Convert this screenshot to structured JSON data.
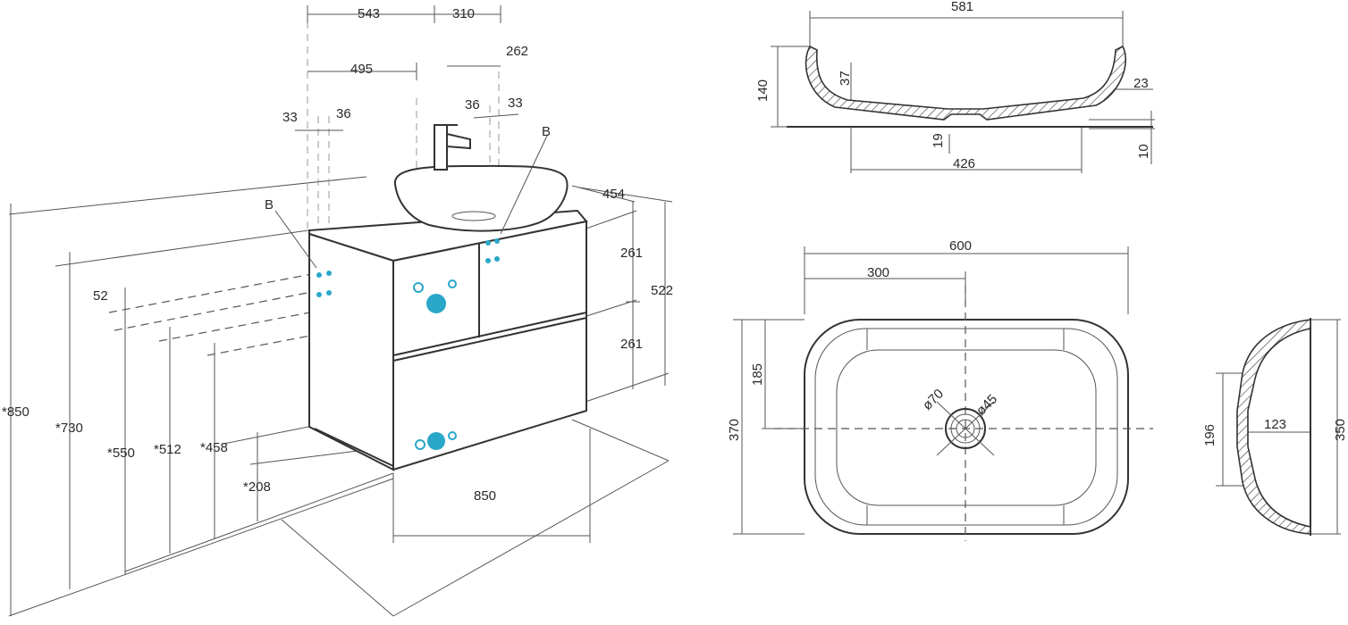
{
  "cabinet": {
    "top_dims": {
      "d543": "543",
      "d310": "310",
      "d262": "262",
      "d495": "495",
      "d33a": "33",
      "d36a": "36",
      "d36b": "36",
      "d33b": "33"
    },
    "marks": {
      "b_left": "B",
      "b_right": "B"
    },
    "right_dims": {
      "d454": "454",
      "d261a": "261",
      "d522": "522",
      "d261b": "261"
    },
    "left_dims": {
      "d52": "52",
      "d850h": "*850",
      "d730": "*730",
      "d550": "*550",
      "d512": "*512",
      "d458": "*458",
      "d208": "*208"
    },
    "bottom_dims": {
      "d850w": "850"
    }
  },
  "basin_section": {
    "d581": "581",
    "d140": "140",
    "d37": "37",
    "d23": "23",
    "d19": "19",
    "d10": "10",
    "d426": "426"
  },
  "basin_plan": {
    "d600": "600",
    "d300": "300",
    "d185": "185",
    "d370": "370",
    "d70": "ø70",
    "d45": "ø45"
  },
  "basin_side": {
    "d196": "196",
    "d123": "123",
    "d350": "350"
  },
  "colors": {
    "line": "#333333",
    "connection": "#2aa7c9"
  }
}
